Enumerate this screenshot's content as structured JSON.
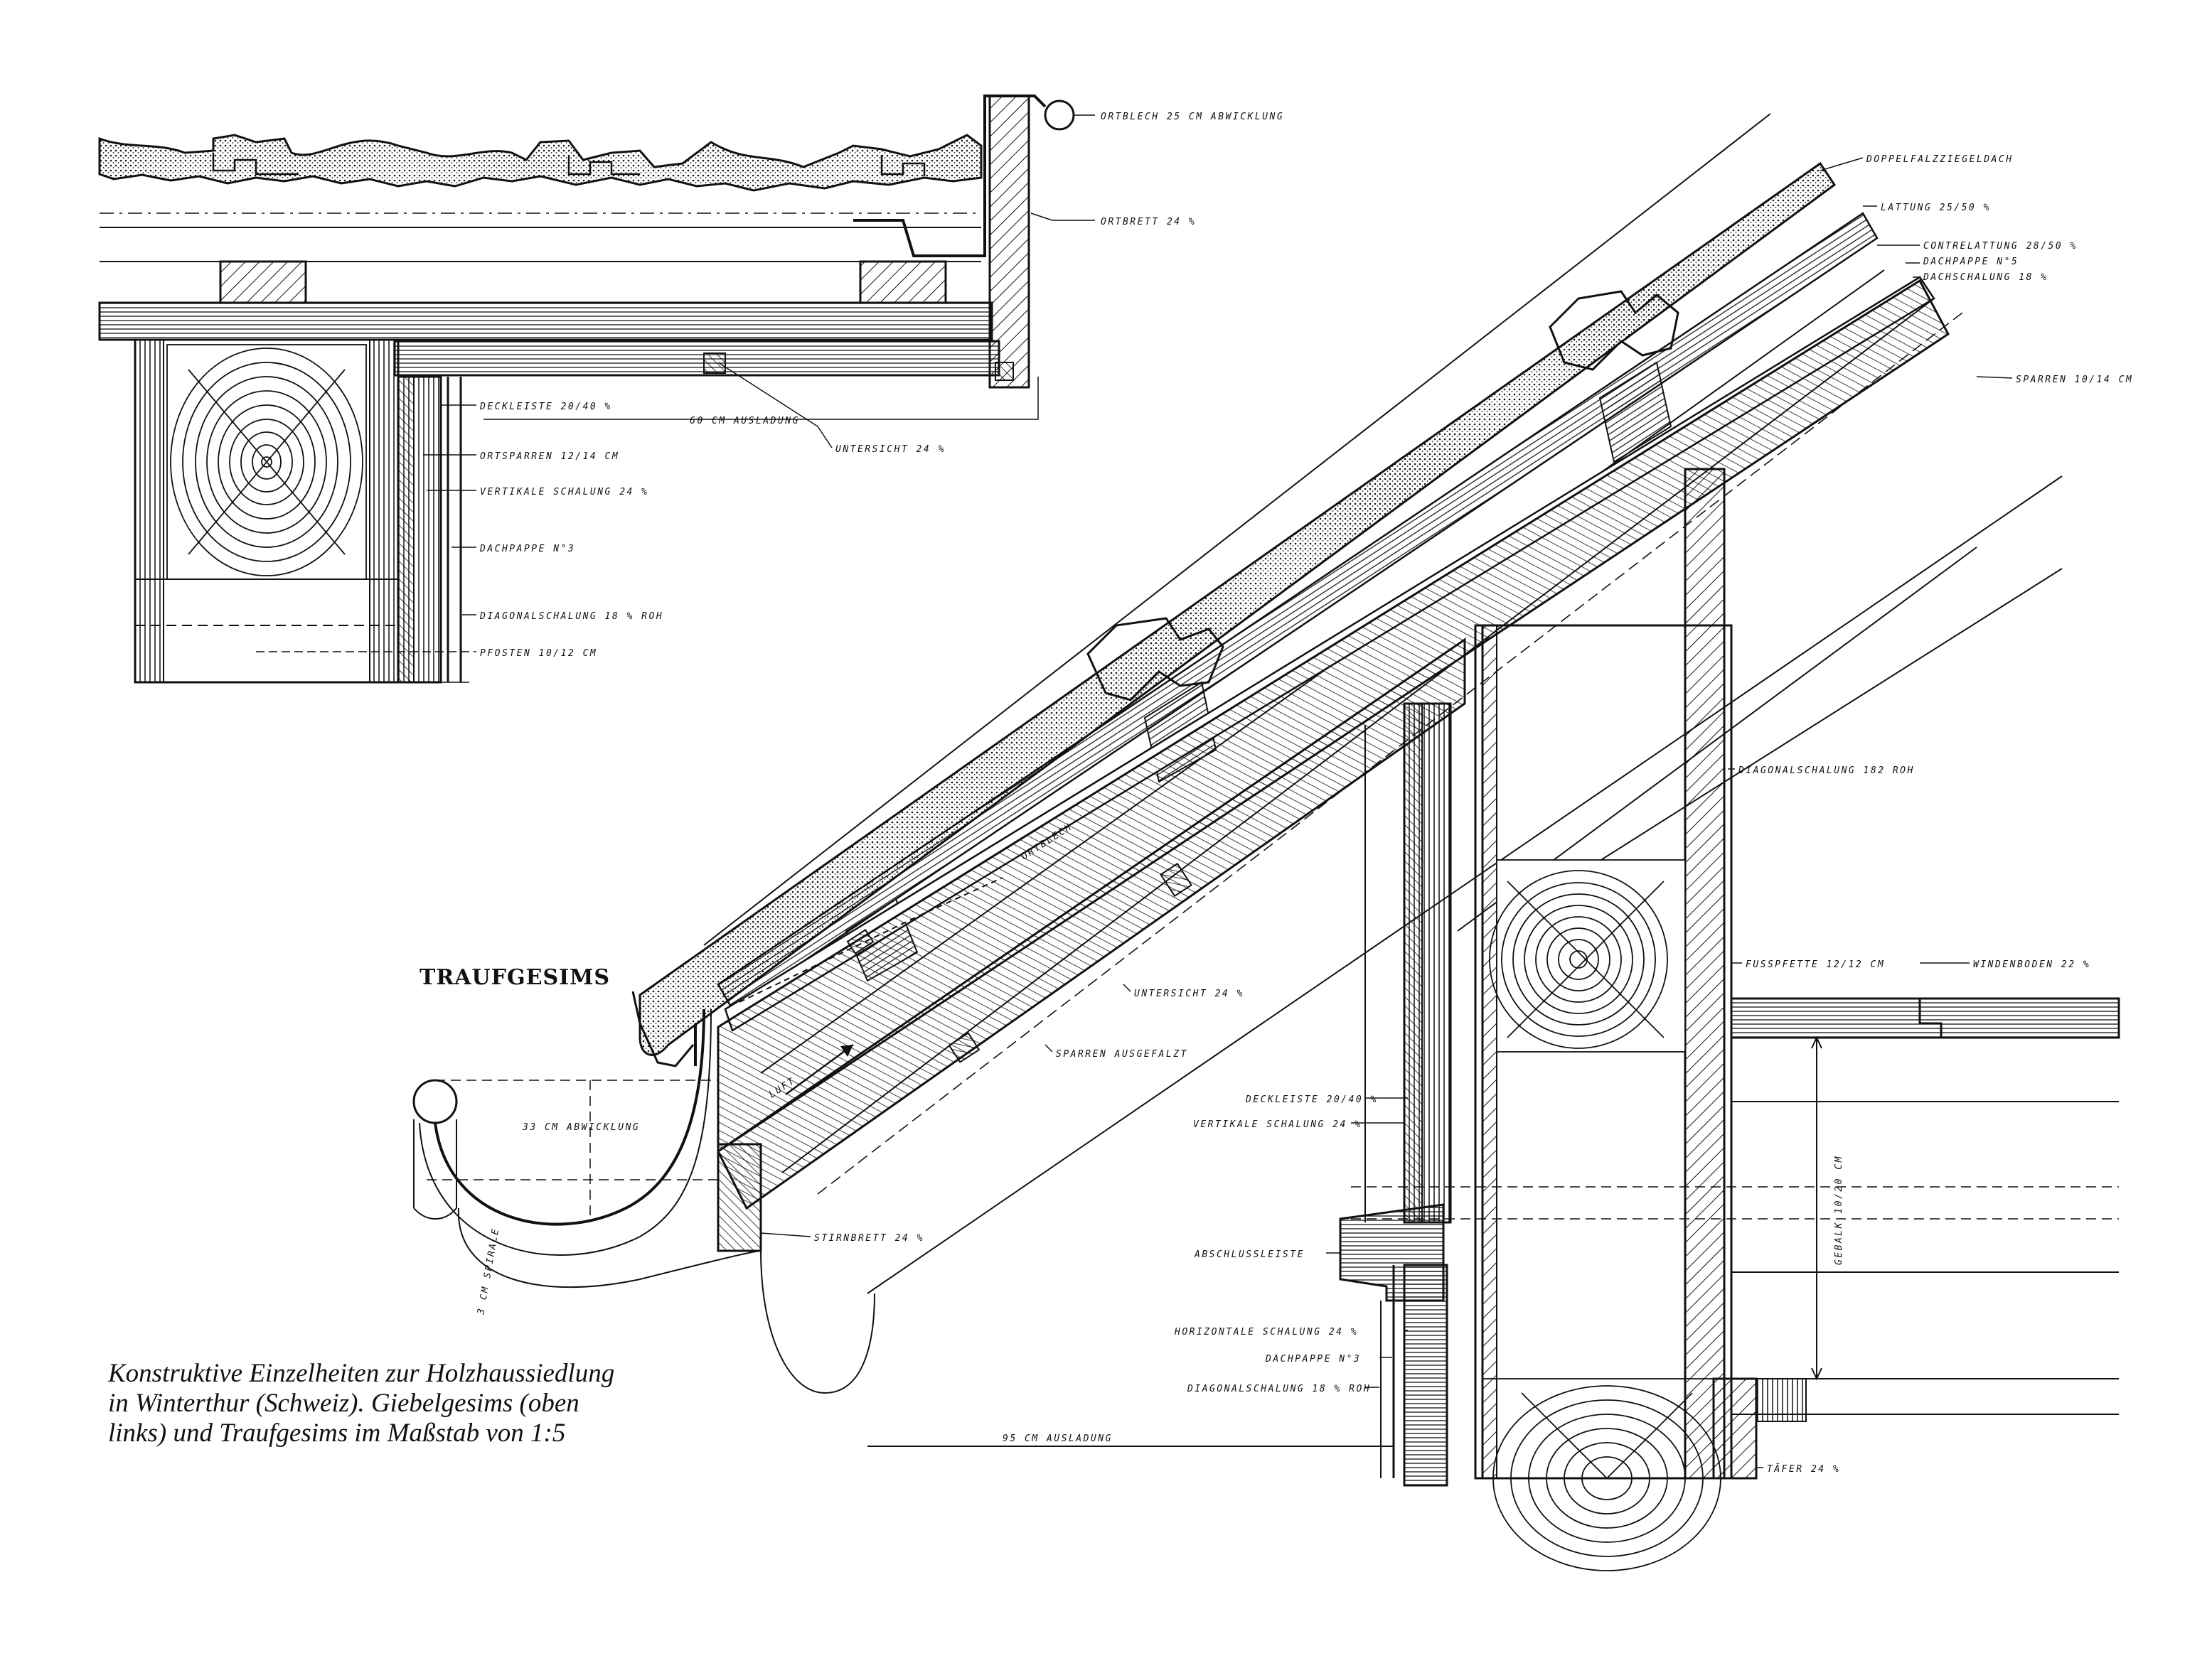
{
  "caption": {
    "lines": [
      "Konstruktive Einzelheiten zur Holzhaussiedlung",
      "in Winterthur (Schweiz). Giebelgesims (oben",
      "links) und Traufgesims im Maßstab von 1:5"
    ]
  },
  "sections": {
    "traufgesims_title": "TRAUFGESIMS"
  },
  "labels_giebel": {
    "ortblech": "ORTBLECH 25 CM ABWICKLUNG",
    "ortbrett": "ORTBRETT 24 %",
    "deckleiste": "DECKLEISTE 20/40 %",
    "ausladung": "60 CM AUSLADUNG",
    "untersicht": "UNTERSICHT 24 %",
    "ortsparren": "ORTSPARREN 12/14 CM",
    "vertikale_schalung": "VERTIKALE SCHALUNG 24 %",
    "dachpappe": "DACHPAPPE N°3",
    "diagonalschalung": "DIAGONALSCHALUNG 18 % ROH",
    "pfosten": "PFOSTEN 10/12 CM"
  },
  "labels_trauf": {
    "doppelfalz": "DOPPELFALZZIEGELDACH",
    "lattung": "LATTUNG 25/50 %",
    "contrelattung": "CONTRELATTUNG 28/50 %",
    "dachpappe5": "DACHPAPPE N°5",
    "dachschalung": "DACHSCHALUNG 18 %",
    "sparren": "SPARREN 10/14 CM",
    "diagonalschalung182": "DIAGONALSCHALUNG 182 ROH",
    "ortblech": "ORTBLECH",
    "luft": "LUFT",
    "untersicht": "UNTERSICHT 24 %",
    "fusspfette": "FUSSPFETTE 12/12 CM",
    "windenboden": "WINDENBODEN 22 %",
    "sparren_ausgefalzt": "SPARREN AUSGEFALZT",
    "deckleiste": "DECKLEISTE 20/40 %",
    "vertikale_schalung": "VERTIKALE SCHALUNG 24 %",
    "abwicklung33": "33 CM ABWICKLUNG",
    "stirnbrett": "STIRNBRETT 24 %",
    "abschlussleiste": "ABSCHLUSSLEISTE",
    "gebalk": "GEBALK 10/20 CM",
    "horizontale_schalung": "HORIZONTALE SCHALUNG 24 %",
    "dachpappe3": "DACHPAPPE N°3",
    "diagonalschalung18": "DIAGONALSCHALUNG 18 % ROH",
    "ausladung95": "95 CM AUSLADUNG",
    "taefer": "TÄFER 24 %",
    "spiralen": "3 CM SPIRALE"
  }
}
